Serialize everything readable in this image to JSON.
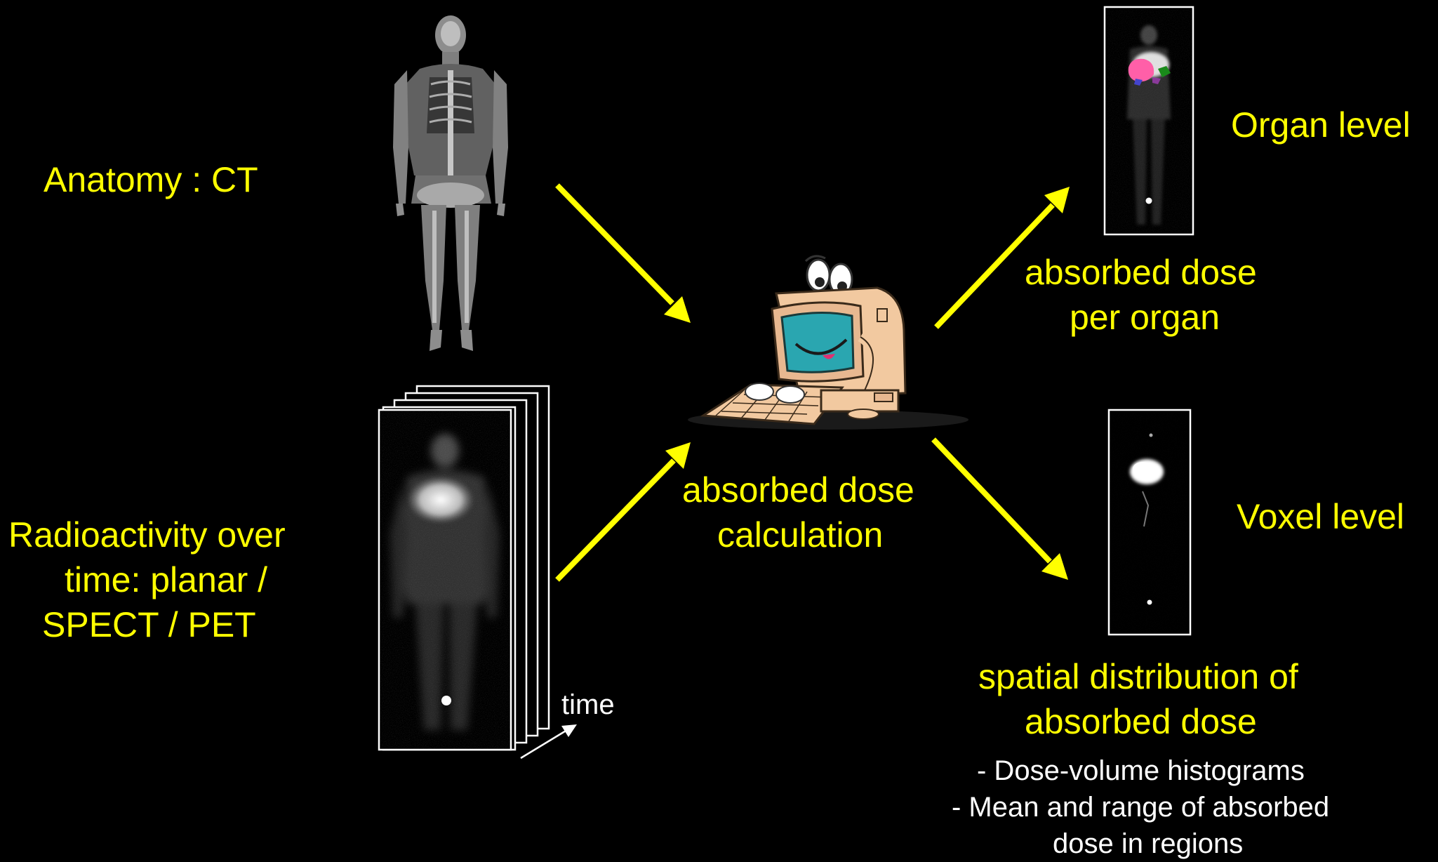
{
  "labels": {
    "anatomy": "Anatomy : CT",
    "radioactivity_line1": "Radioactivity over",
    "radioactivity_line2": "time: planar /",
    "radioactivity_line3": "SPECT / PET",
    "time": "time",
    "calc_line1": "absorbed dose",
    "calc_line2": "calculation",
    "organ_level": "Organ level",
    "voxel_level": "Voxel level",
    "per_organ_line1": "absorbed dose",
    "per_organ_line2": "per organ",
    "spatial_line1": "spatial distribution of",
    "spatial_line2": "absorbed dose",
    "bullet1": "- Dose-volume histograms",
    "bullet2": "- Mean and range of absorbed",
    "bullet3": "dose in regions"
  },
  "colors": {
    "background": "#000000",
    "label_text": "#ffff00",
    "arrow": "#ffff00",
    "secondary_text": "#ffffff"
  },
  "icons": {
    "ct_scan": "whole-body-ct-icon",
    "nuclear_scans": "whole-body-scan-stack-icon",
    "computer": "cartoon-computer-icon",
    "organ_map": "organ-dose-map-icon",
    "voxel_map": "voxel-dose-map-icon"
  }
}
